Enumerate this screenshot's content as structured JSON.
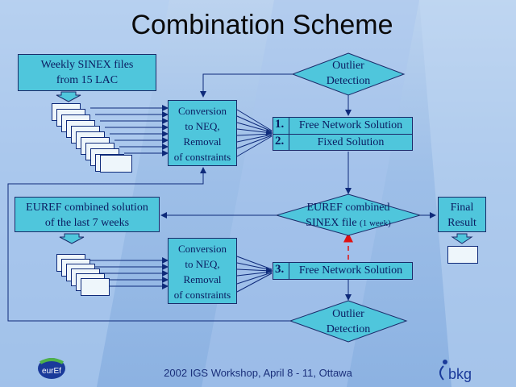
{
  "title": "Combination Scheme",
  "boxes": {
    "weekly_sinex": "Weekly SINEX files\nfrom 15 LAC",
    "conversion_top": "Conversion\nto NEQ,\nRemoval\nof constraints",
    "conversion_bottom": "Conversion\nto NEQ,\nRemoval\nof constraints",
    "solution_1": "Free Network Solution",
    "solution_2": "Fixed Solution",
    "solution_3": "Free Network Solution",
    "euref_combined_7weeks": "EUREF combined solution\nof the last 7 weeks",
    "final_result": "Final\nResult"
  },
  "numbers": {
    "n1": "1.",
    "n2": "2.",
    "n3": "3."
  },
  "diamonds": {
    "outlier_top": "Outlier\nDetection",
    "outlier_bottom": "Outlier\nDetection",
    "euref_sinex_line1": "EUREF combined",
    "euref_sinex_line2a": "SINEX file",
    "euref_sinex_line2b": "(1 week)"
  },
  "footer": "2002 IGS  Workshop, April 8 -  11, Ottawa",
  "logos": {
    "euref": "eurEf",
    "bkg": "bkg"
  },
  "colors": {
    "box": "#4fc6dc",
    "line": "#0e2a7a",
    "dashed_arrow": "#e01010"
  }
}
